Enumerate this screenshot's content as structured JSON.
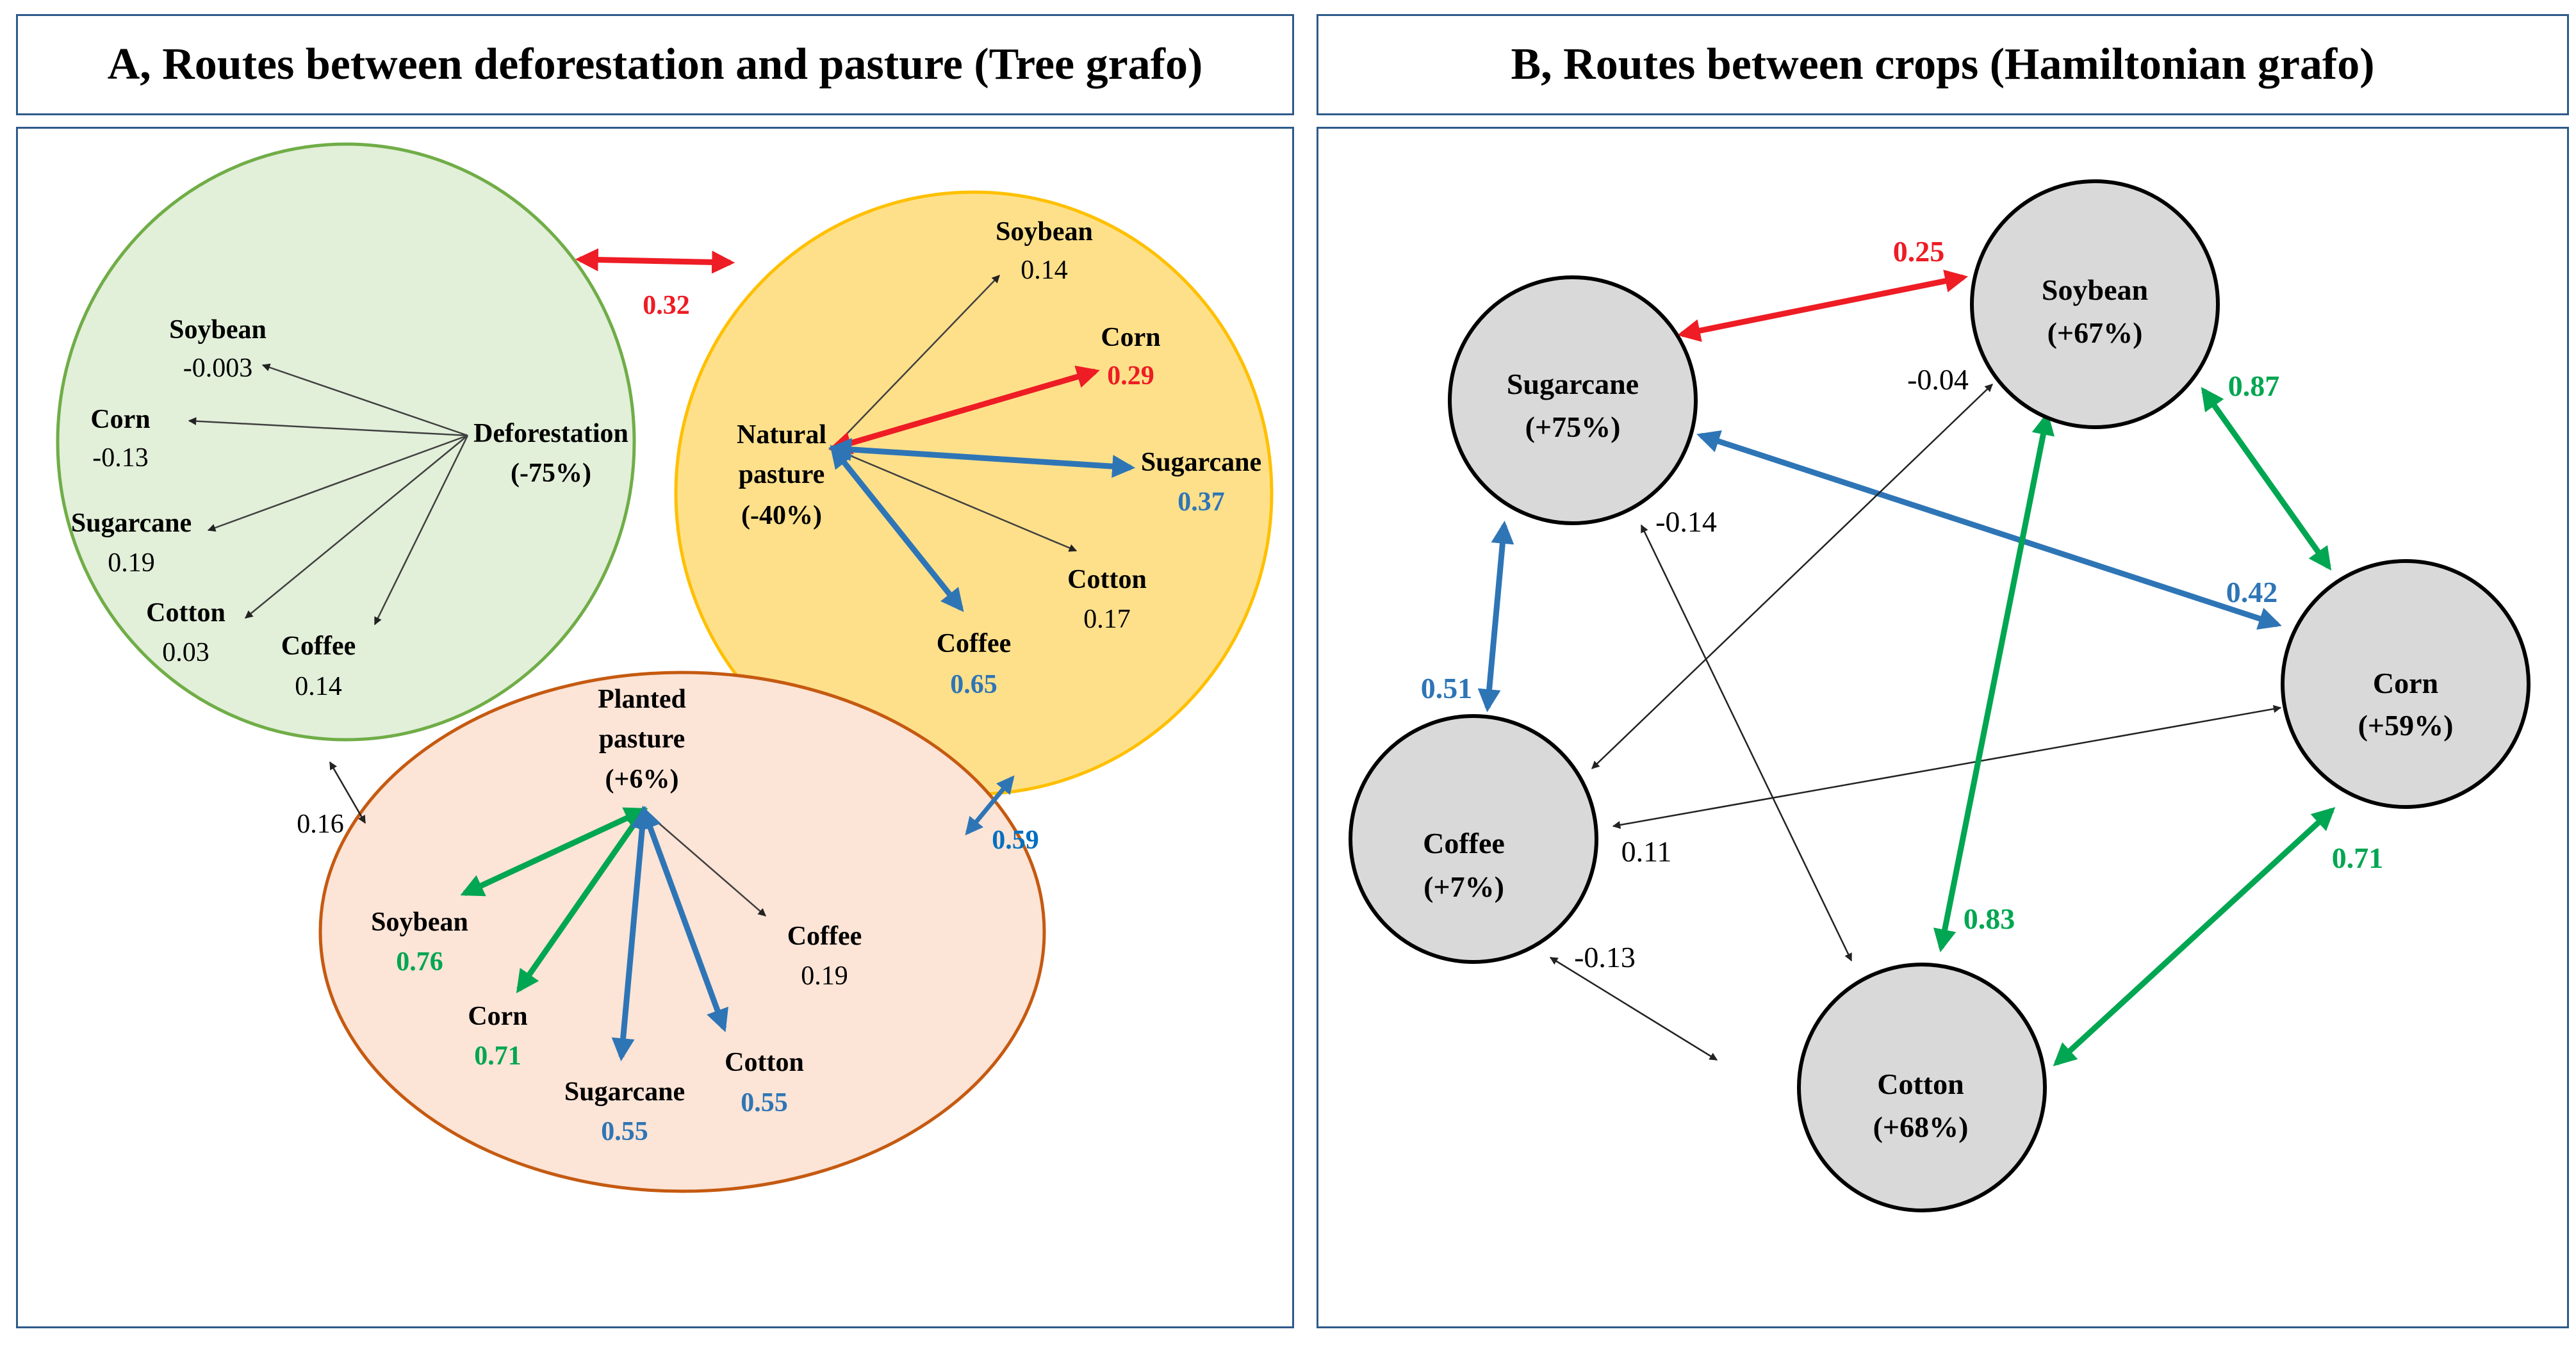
{
  "panel_a": {
    "title": "A, Routes between deforestation and pasture (Tree grafo)",
    "deforestation": {
      "label": "Deforestation",
      "change": "(-75%)",
      "soybean": "Soybean",
      "soybean_v": "-0.003",
      "corn": "Corn",
      "corn_v": "-0.13",
      "sugarcane": "Sugarcane",
      "sugarcane_v": "0.19",
      "cotton": "Cotton",
      "cotton_v": "0.03",
      "coffee": "Coffee",
      "coffee_v": "0.14"
    },
    "natural": {
      "label1": "Natural",
      "label2": "pasture",
      "change": "(-40%)",
      "soybean": "Soybean",
      "soybean_v": "0.14",
      "corn": "Corn",
      "corn_v": "0.29",
      "sugarcane": "Sugarcane",
      "sugarcane_v": "0.37",
      "cotton": "Cotton",
      "cotton_v": "0.17",
      "coffee": "Coffee",
      "coffee_v": "0.65"
    },
    "planted": {
      "label1": "Planted",
      "label2": "pasture",
      "change": "(+6%)",
      "soybean": "Soybean",
      "soybean_v": "0.76",
      "corn": "Corn",
      "corn_v": "0.71",
      "sugarcane": "Sugarcane",
      "sugarcane_v": "0.55",
      "cotton": "Cotton",
      "cotton_v": "0.55",
      "coffee": "Coffee",
      "coffee_v": "0.19"
    },
    "link_def_nat": "0.32",
    "link_def_plant": "0.16",
    "link_nat_plant": "0.59"
  },
  "panel_b": {
    "title": "B, Routes between crops (Hamiltonian grafo)",
    "nodes": {
      "sugarcane": {
        "name": "Sugarcane",
        "change": "(+75%)"
      },
      "soybean": {
        "name": "Soybean",
        "change": "(+67%)"
      },
      "corn": {
        "name": "Corn",
        "change": "(+59%)"
      },
      "coffee": {
        "name": "Coffee",
        "change": "(+7%)"
      },
      "cotton": {
        "name": "Cotton",
        "change": "(+68%)"
      }
    },
    "edges": {
      "sugarcane_soybean": "0.25",
      "soybean_corn": "0.87",
      "sugarcane_corn": "0.42",
      "sugarcane_coffee": "0.51",
      "soybean_coffee": "-0.04",
      "sugarcane_cotton": "-0.14",
      "corn_coffee": "0.11",
      "soybean_cotton": "0.83",
      "corn_cotton": "0.71",
      "coffee_cotton": "-0.13"
    }
  },
  "colors": {
    "red": "#ee1c24",
    "green": "#00a651",
    "blue": "#2e75b6",
    "thin": "#404040",
    "frame": "#2e5a8a",
    "def_fill": "#e2efd9",
    "def_stroke": "#70ad47",
    "nat_fill": "#ffe08a",
    "nat_stroke": "#ffc000",
    "plant_fill": "#fce4d6",
    "plant_stroke": "#c55a11",
    "node_fill": "#d9d9d9"
  }
}
